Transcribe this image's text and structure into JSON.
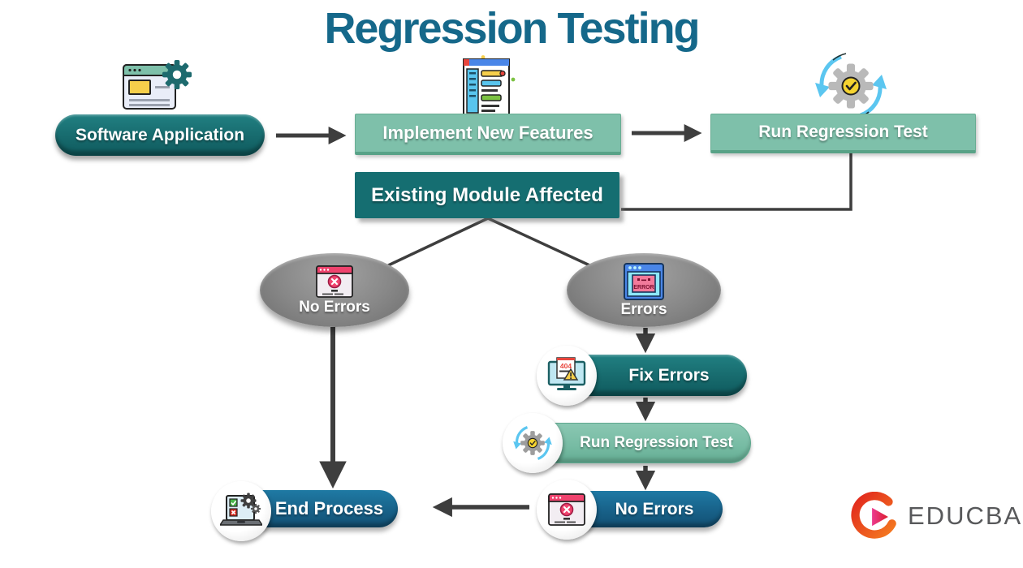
{
  "title": "Regression Testing",
  "flow": {
    "software_application": "Software Application",
    "implement_new_features": "Implement New Features",
    "run_regression_test": "Run Regression Test",
    "existing_module_affected": "Existing Module Affected",
    "no_errors_branch": "No Errors",
    "errors_branch": "Errors",
    "fix_errors": "Fix Errors",
    "run_regression_test_again": "Run Regression Test",
    "no_errors_result": "No Errors",
    "end_process": "End Process"
  },
  "icon_texts": {
    "error_window_label": "ERROR",
    "fix_code": "404"
  },
  "logo": {
    "brand": "EDUCBA"
  },
  "colors": {
    "title": "#15688a",
    "dark_teal": "#176b6e",
    "light_green": "#7ec0aa",
    "dark_blue": "#19678e",
    "gray_ellipse": "#858585",
    "arrow": "#3e3e3e",
    "logo_red": "#e8262c",
    "brand_text": "#58595b"
  }
}
